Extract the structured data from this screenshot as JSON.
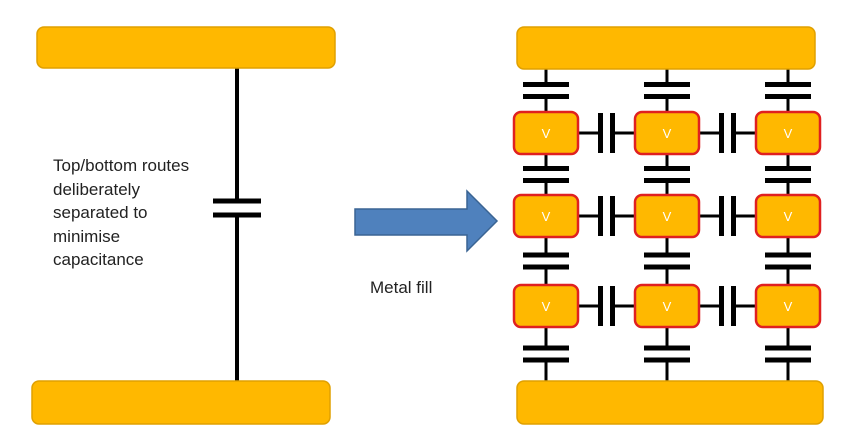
{
  "description_lines": [
    "Top/bottom routes",
    "deliberately",
    "separated to",
    "minimise",
    "capacitance"
  ],
  "arrow_label": "Metal fill",
  "fill_tile_label": "V",
  "colors": {
    "metal": "#FFB800",
    "metal_border": "#E0A000",
    "tile_border": "#E02020",
    "wire": "#000000",
    "arrow_fill": "#4F81BD",
    "arrow_border": "#3A6493",
    "text": "#222222",
    "tile_text": "#FFFFFF"
  }
}
